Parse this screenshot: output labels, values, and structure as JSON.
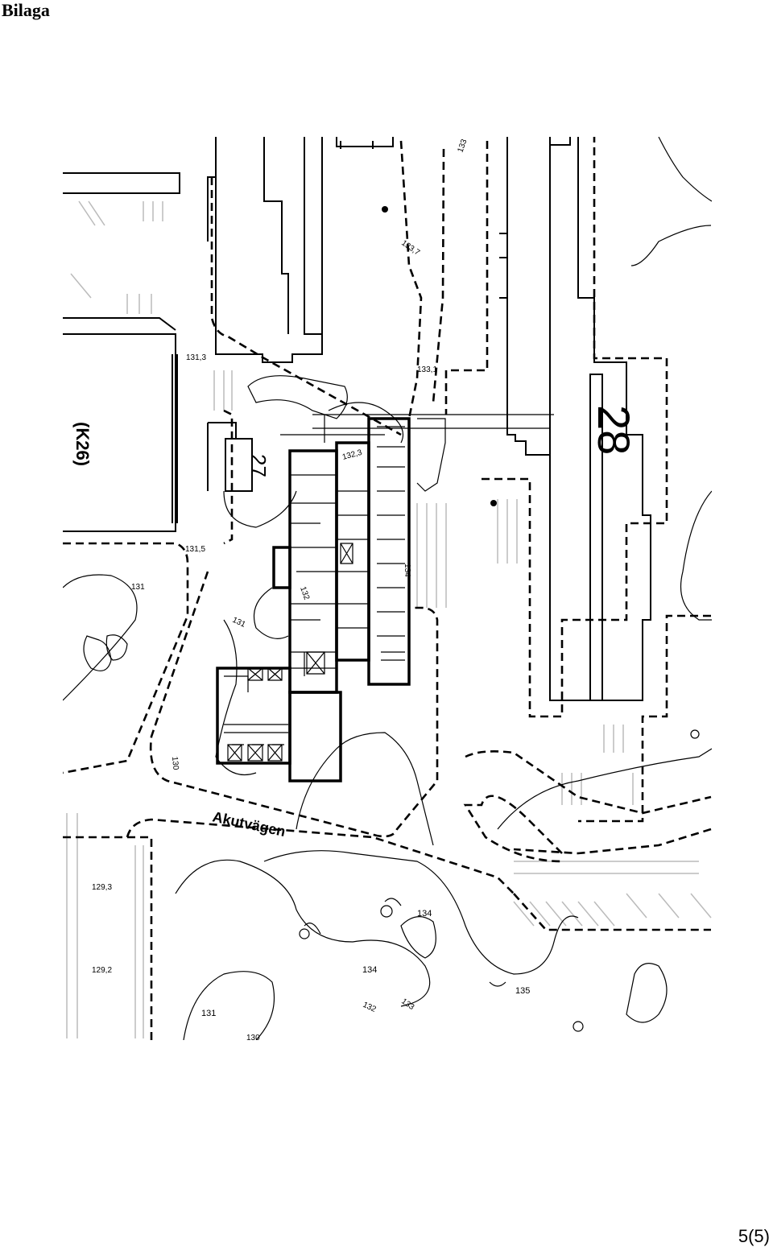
{
  "header": {
    "title": "Bilaga"
  },
  "footer": {
    "page_number": "5(5)"
  },
  "map": {
    "building_labels": {
      "b27": "27",
      "b28": "28",
      "k26": "(K26)"
    },
    "street_name": "Akutvägen",
    "elevations": [
      "131,3",
      "132,3",
      "133,7",
      "133,1",
      "131,5",
      "131",
      "131",
      "130",
      "132",
      "133",
      "129,3",
      "129,2",
      "134",
      "134",
      "135",
      "131",
      "132",
      "133",
      "130",
      "134"
    ]
  }
}
